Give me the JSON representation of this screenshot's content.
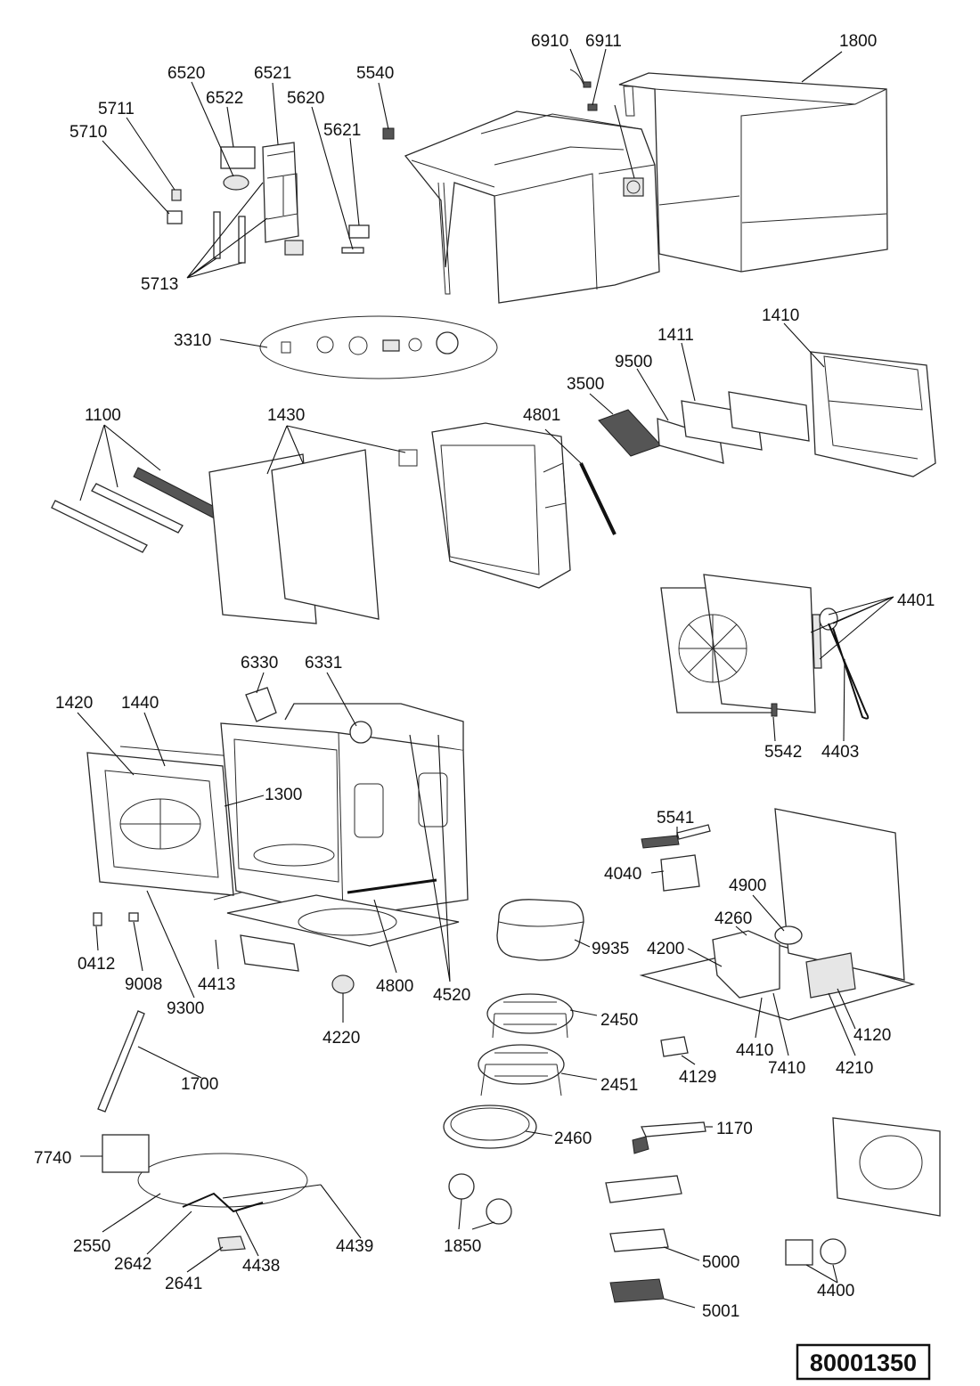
{
  "labels": {
    "p6910": "6910",
    "p6911": "6911",
    "p1800": "1800",
    "p6520": "6520",
    "p6521": "6521",
    "p5540": "5540",
    "p6522": "6522",
    "p5620": "5620",
    "p5711": "5711",
    "p5710": "5710",
    "p5621": "5621",
    "p5713": "5713",
    "p3310": "3310",
    "p1410": "1410",
    "p1411": "1411",
    "p9500": "9500",
    "p3500": "3500",
    "p1100": "1100",
    "p1430": "1430",
    "p4801": "4801",
    "p4401": "4401",
    "p6330": "6330",
    "p6331": "6331",
    "p1420": "1420",
    "p1440": "1440",
    "p5542": "5542",
    "p4403": "4403",
    "p1300": "1300",
    "p5541": "5541",
    "p4040": "4040",
    "p4900": "4900",
    "p4260": "4260",
    "p4200": "4200",
    "p0412": "0412",
    "p9935": "9935",
    "p9008": "9008",
    "p4413": "4413",
    "p4800": "4800",
    "p4520": "4520",
    "p9300": "9300",
    "p2450": "2450",
    "p4220": "4220",
    "p4120": "4120",
    "p4410": "4410",
    "p7410": "7410",
    "p4210": "4210",
    "p2451": "2451",
    "p4129": "4129",
    "p1700": "1700",
    "p2460": "2460",
    "p1170": "1170",
    "p7740": "7740",
    "p2550": "2550",
    "p4439": "4439",
    "p1850": "1850",
    "p2642": "2642",
    "p4438": "4438",
    "p5000": "5000",
    "p2641": "2641",
    "p4400": "4400",
    "p5001": "5001"
  },
  "diagram_code": "80001350"
}
